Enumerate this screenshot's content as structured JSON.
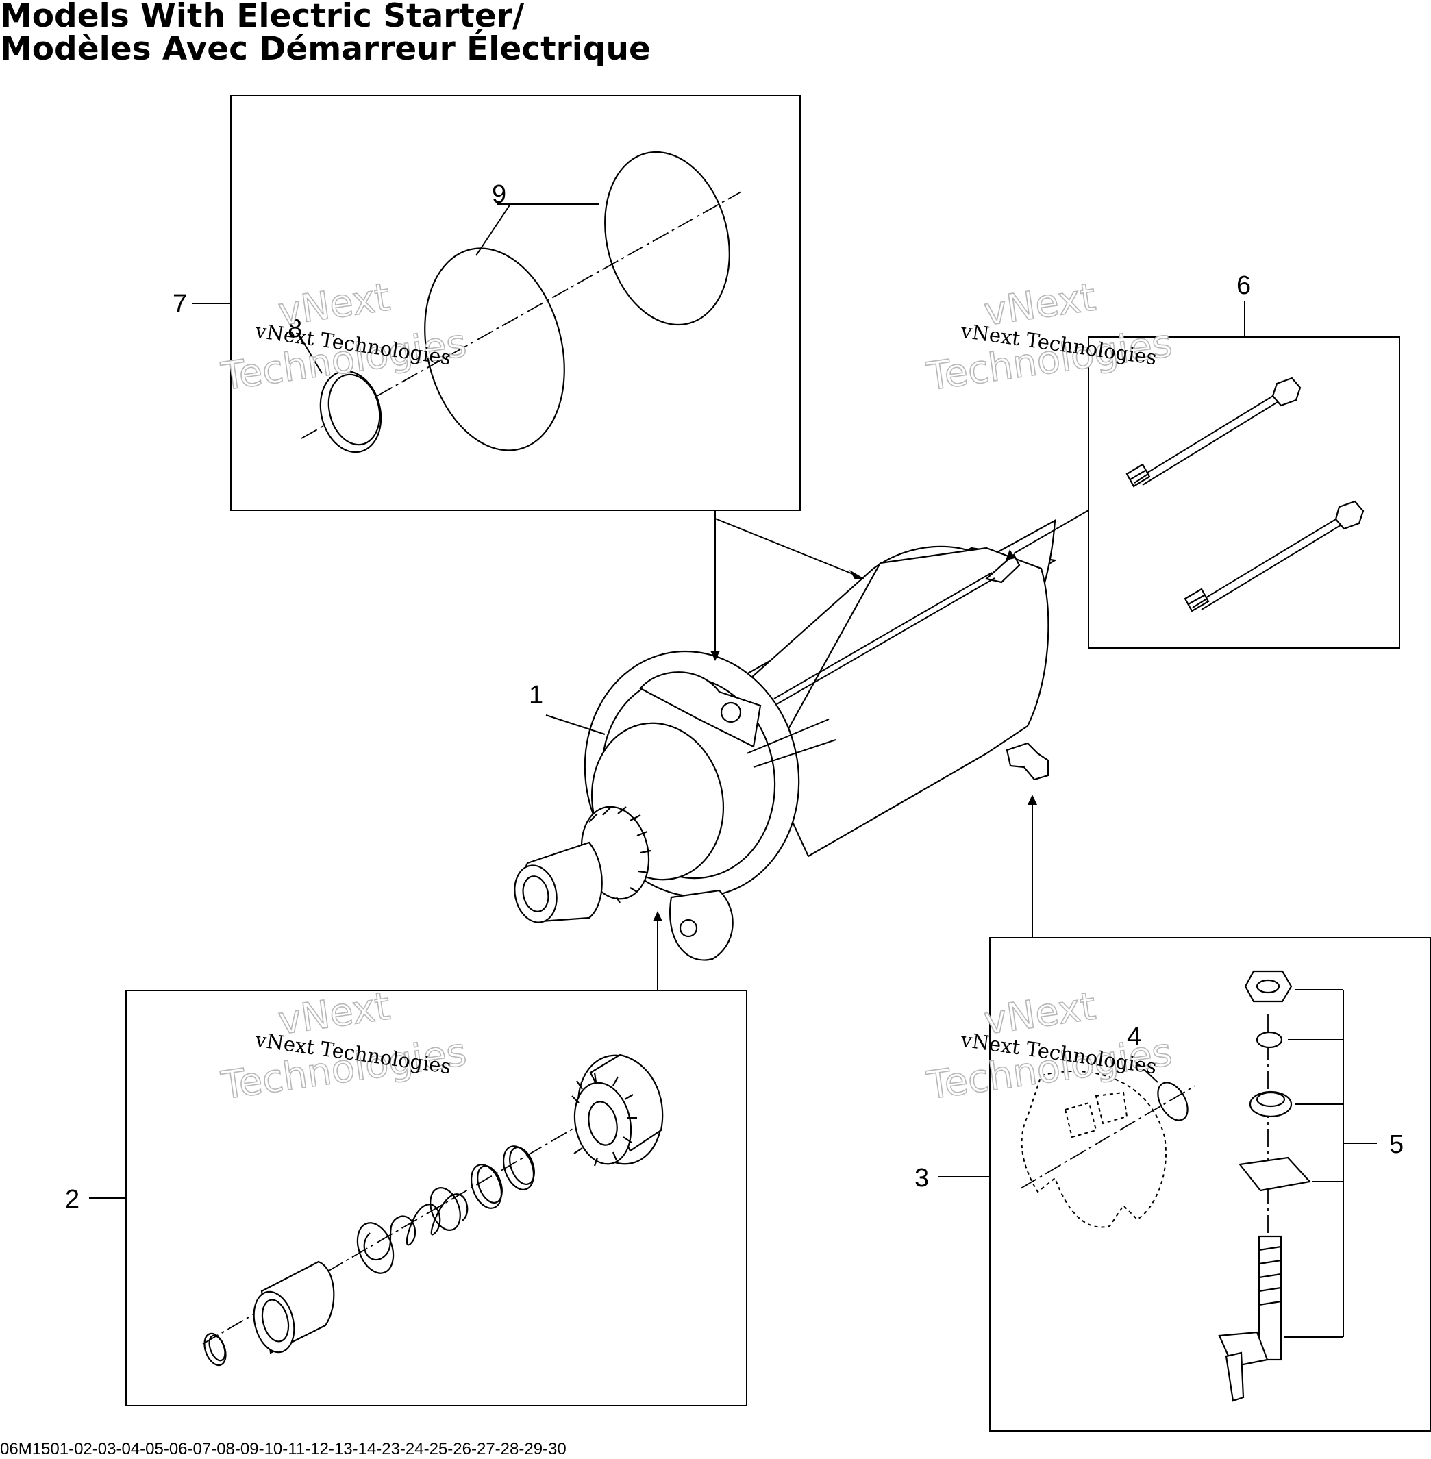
{
  "title": {
    "line1": "Models With Electric Starter/",
    "line2": "Modèles Avec Démarreur Électrique"
  },
  "callouts": {
    "c1": "1",
    "c2": "2",
    "c3": "3",
    "c4": "4",
    "c5": "5",
    "c6": "6",
    "c7": "7",
    "c8": "8",
    "c9": "9"
  },
  "watermark": {
    "line_small": "vNext Technologies",
    "line_big_1": "vNext",
    "line_big_2": "Technologies"
  },
  "footer": {
    "code": "06M1501-02-03-04-05-06-07-08-09-10-11-12-13-14-23-24-25-26-27-28-29-30"
  }
}
